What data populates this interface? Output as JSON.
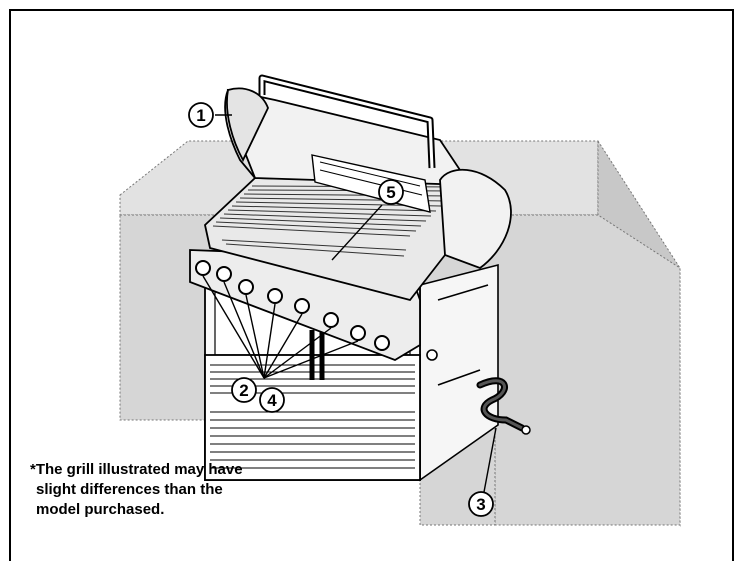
{
  "callouts": [
    "1",
    "2",
    "3",
    "4",
    "5"
  ],
  "note": {
    "line1": "*The grill illustrated may have",
    "line2": "slight differences than the",
    "line3": "model purchased."
  },
  "colors": {
    "cabinet": "#d9d9d9",
    "line": "#000000",
    "frame": "#000000"
  }
}
